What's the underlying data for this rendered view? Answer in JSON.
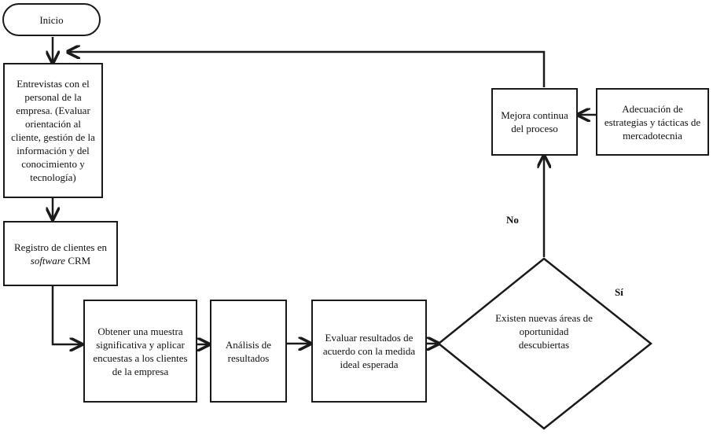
{
  "nodes": {
    "inicio": "Inicio",
    "entrevistas": "Entrevistas con el personal de la empresa. (Evaluar orientación al cliente, gestión de la información y del conocimiento y tecnología)",
    "registro_pre": "Registro de clientes en ",
    "registro_em": "software",
    "registro_post": " CRM",
    "muestra": "Obtener una muestra significativa y aplicar encuestas a los clientes de la empresa",
    "analisis": "Análisis de resultados",
    "evaluar": "Evaluar resultados de acuerdo con la medida ideal esperada",
    "decision": "Existen nuevas áreas de oportunidad descubiertas",
    "mejora": "Mejora continua del proceso",
    "adecuacion": "Adecuación de estrategias y tácticas de mercadotecnia"
  },
  "labels": {
    "no": "No",
    "si": "Sí"
  }
}
